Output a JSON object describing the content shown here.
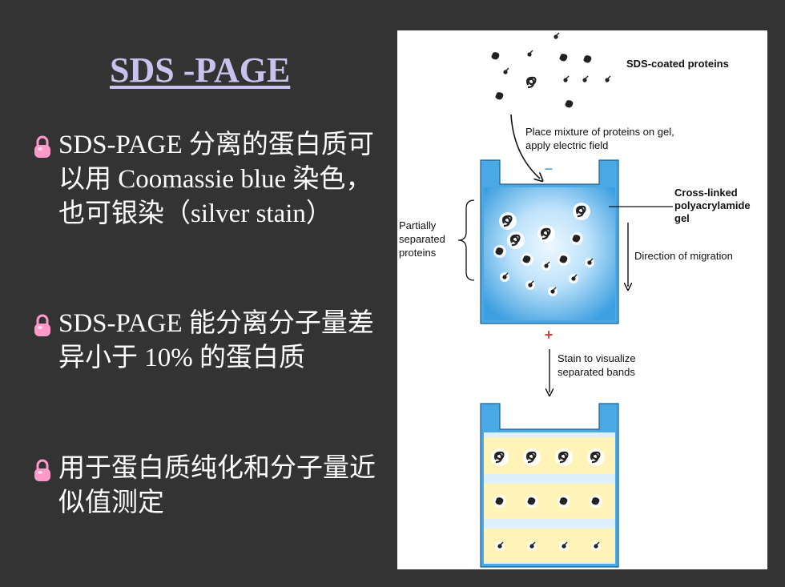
{
  "slide": {
    "title": "SDS -PAGE",
    "bullets": [
      {
        "text": "SDS-PAGE 分离的蛋白质可以用 Coomassie blue 染色，也可银染（silver stain）"
      },
      {
        "text": "SDS-PAGE 能分离分子量差异小于 10% 的蛋白质"
      },
      {
        "text": "用于蛋白质纯化和分子量近似值测定"
      }
    ],
    "bullet_icon": "lock-icon"
  },
  "diagram": {
    "labels": {
      "sds_coated": "SDS-coated proteins",
      "place_line1": "Place mixture of proteins on gel,",
      "place_line2": "apply electric field",
      "minus": "–",
      "plus": "+",
      "cross_line1": "Cross-linked",
      "cross_line2": "polyacrylamide",
      "cross_line3": "gel",
      "partial_line1": "Partially",
      "partial_line2": "separated",
      "partial_line3": "proteins",
      "migration": "Direction of migration",
      "stain_line1": "Stain to visualize",
      "stain_line2": "separated bands"
    },
    "colors": {
      "gel": "#4aa8e4",
      "gel_light": "#e8f6ff",
      "band": "#fff4b8",
      "minus": "#55b6e6",
      "plus": "#e03a3a"
    }
  }
}
